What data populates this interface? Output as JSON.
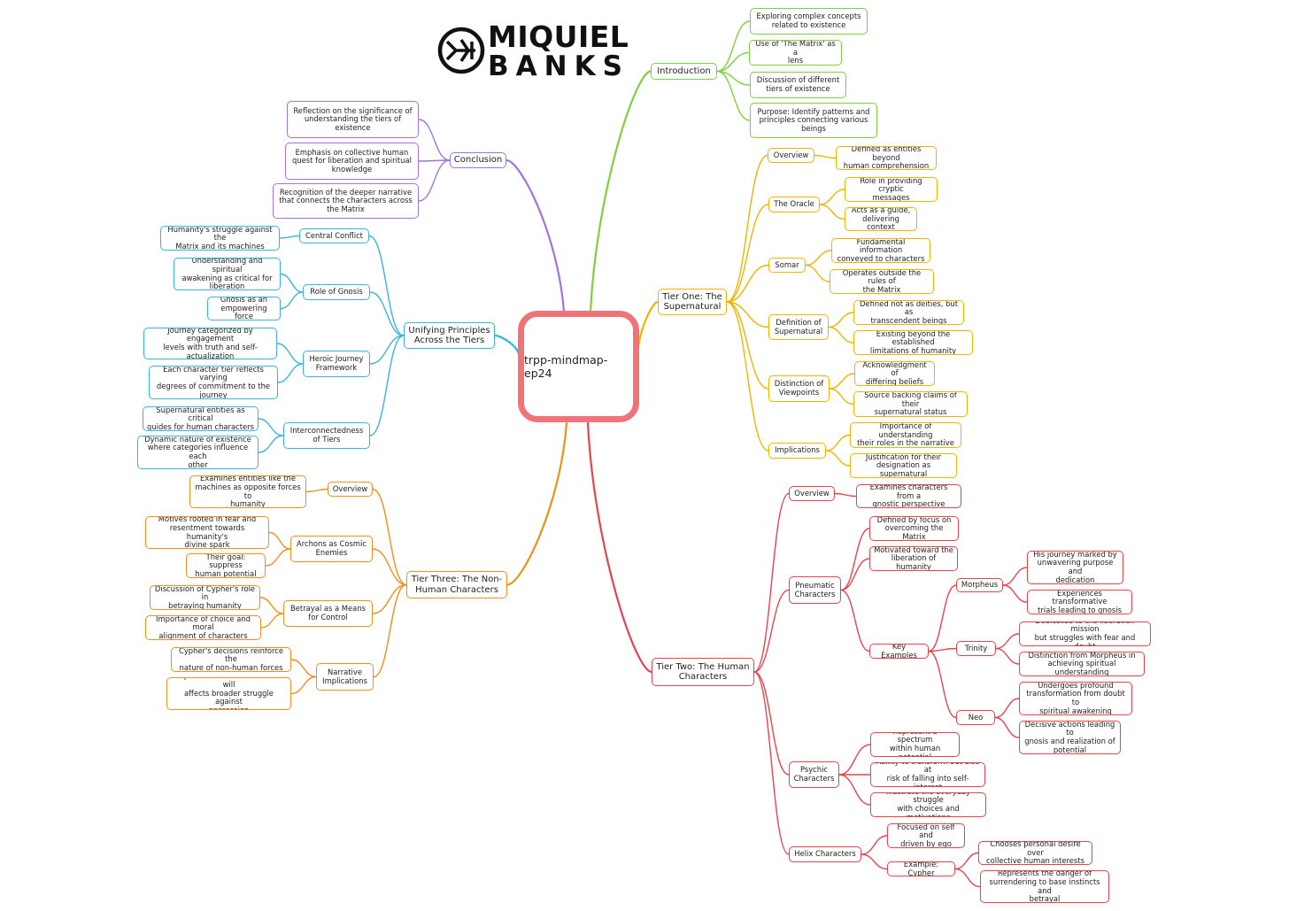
{
  "title": "trpp-mindmap-ep24",
  "logo": {
    "line1": "MIQUIEL",
    "line2": "BANKS",
    "mark": "MB"
  },
  "colors": {
    "center": "#f0737a",
    "intro": "#7fd13b",
    "tier1": "#f0b400",
    "tier2": "#e5444f",
    "tier3": "#ef8f1c",
    "unify": "#3ab4dc",
    "concl": "#a373d9"
  },
  "nodes": {
    "intro": "Introduction",
    "intro_1": "Exploring complex concepts\nrelated to existence",
    "intro_2": "Use of 'The Matrix' as a\nlens",
    "intro_3": "Discussion of different\ntiers of existence",
    "intro_4": "Purpose: Identify patterns and\nprinciples connecting various\nbeings",
    "t1": "Tier One: The\nSupernatural",
    "t1_ov": "Overview",
    "t1_ov_1": "Defined as entities beyond\nhuman comprehension",
    "t1_or": "The Oracle",
    "t1_or_1": "Role in providing cryptic\nmessages",
    "t1_or_2": "Acts as a guide,\ndelivering context",
    "t1_so": "Somar",
    "t1_so_1": "Fundamental information\nconveyed to characters",
    "t1_so_2": "Operates outside the rules of\nthe Matrix",
    "t1_de": "Definition of\nSupernatural",
    "t1_de_1": "Defined not as deities, but as\ntranscendent beings",
    "t1_de_2": "Existing beyond the established\nlimitations of humanity",
    "t1_di": "Distinction of\nViewpoints",
    "t1_di_1": "Acknowledgment of\ndiffering beliefs",
    "t1_di_2": "Source backing claims of their\nsupernatural status",
    "t1_im": "Implications",
    "t1_im_1": "Importance of understanding\ntheir roles in the narrative",
    "t1_im_2": "Justification for their\ndesignation as supernatural",
    "t2": "Tier Two: The Human\nCharacters",
    "t2_ov": "Overview",
    "t2_ov_1": "Examines characters from a\ngnostic perspective",
    "t2_pn": "Pneumatic\nCharacters",
    "t2_pn_1": "Defined by focus on\novercoming the Matrix",
    "t2_pn_2": "Motivated toward the\nliberation of humanity",
    "t2_ke": "Key Examples",
    "t2_mo": "Morpheus",
    "t2_mo_1": "His journey marked by\nunwavering purpose and\ndedication",
    "t2_mo_2": "Experiences transformative\ntrials leading to gnosis",
    "t2_tr": "Trinity",
    "t2_tr_1": "Dedicated to the liberation mission\nbut struggles with fear and doubt",
    "t2_tr_2": "Distinction from Morpheus in\nachieving spiritual understanding",
    "t2_ne": "Neo",
    "t2_ne_1": "Undergoes profound\ntransformation from doubt to\nspiritual awakening",
    "t2_ne_2": "Decisive actions leading to\ngnosis and realization of\npotential",
    "t2_ps": "Psychic\nCharacters",
    "t2_ps_1": "Represent a spectrum\nwithin human potential",
    "t2_ps_2": "Ability to transform but also at\nrisk of falling into self-interest",
    "t2_ps_3": "Illustrate the everyday struggle\nwith choices and motivations",
    "t2_he": "Helix Characters",
    "t2_he_1": "Focused on self and\ndriven by ego",
    "t2_cy": "Example: Cypher",
    "t2_cy_1": "Chooses personal desire over\ncollective human interests",
    "t2_cy_2": "Represents the danger of\nsurrendering to base instincts and\nbetrayal",
    "t3": "Tier Three: The Non-\nHuman Characters",
    "t3_ov": "Overview",
    "t3_ov_1": "Examines entities like the\nmachines as opposite forces to\nhumanity",
    "t3_ar": "Archons as Cosmic\nEnemies",
    "t3_ar_1": "Motives rooted in fear and\nresentment towards humanity's\ndivine spark",
    "t3_ar_2": "Their goal: suppress\nhuman potential",
    "t3_be": "Betrayal as a Means\nfor Control",
    "t3_be_1": "Discussion of Cypher's role in\nbetraying humanity",
    "t3_be_2": "Importance of choice and moral\nalignment of characters",
    "t3_na": "Narrative\nImplications",
    "t3_na_1": "Cypher's decisions reinforce the\nnature of non-human forces",
    "t3_na_2": "Exploration of how individual will\naffects broader struggle against\noppression",
    "un": "Unifying Principles\nAcross the Tiers",
    "un_cc": "Central Conflict",
    "un_cc_1": "Humanity's struggle against the\nMatrix and its machines",
    "un_rg": "Role of Gnosis",
    "un_rg_1": "Understanding and spiritual\nawakening as critical for\nliberation",
    "un_rg_2": "Gnosis as an\nempowering force",
    "un_hj": "Heroic Journey\nFramework",
    "un_hj_1": "Journey categorized by engagement\nlevels with truth and self-actualization",
    "un_hj_2": "Each character tier reflects varying\ndegrees of commitment to the\njourney",
    "un_ic": "Interconnectedness\nof Tiers",
    "un_ic_1": "Supernatural entities as critical\nguides for human characters",
    "un_ic_2": "Dynamic nature of existence\nwhere categories influence each\nother",
    "co": "Conclusion",
    "co_1": "Reflection on the significance of\nunderstanding the tiers of\nexistence",
    "co_2": "Emphasis on collective human\nquest for liberation and spiritual\nknowledge",
    "co_3": "Recognition of the deeper narrative\nthat connects the characters across\nthe Matrix"
  }
}
